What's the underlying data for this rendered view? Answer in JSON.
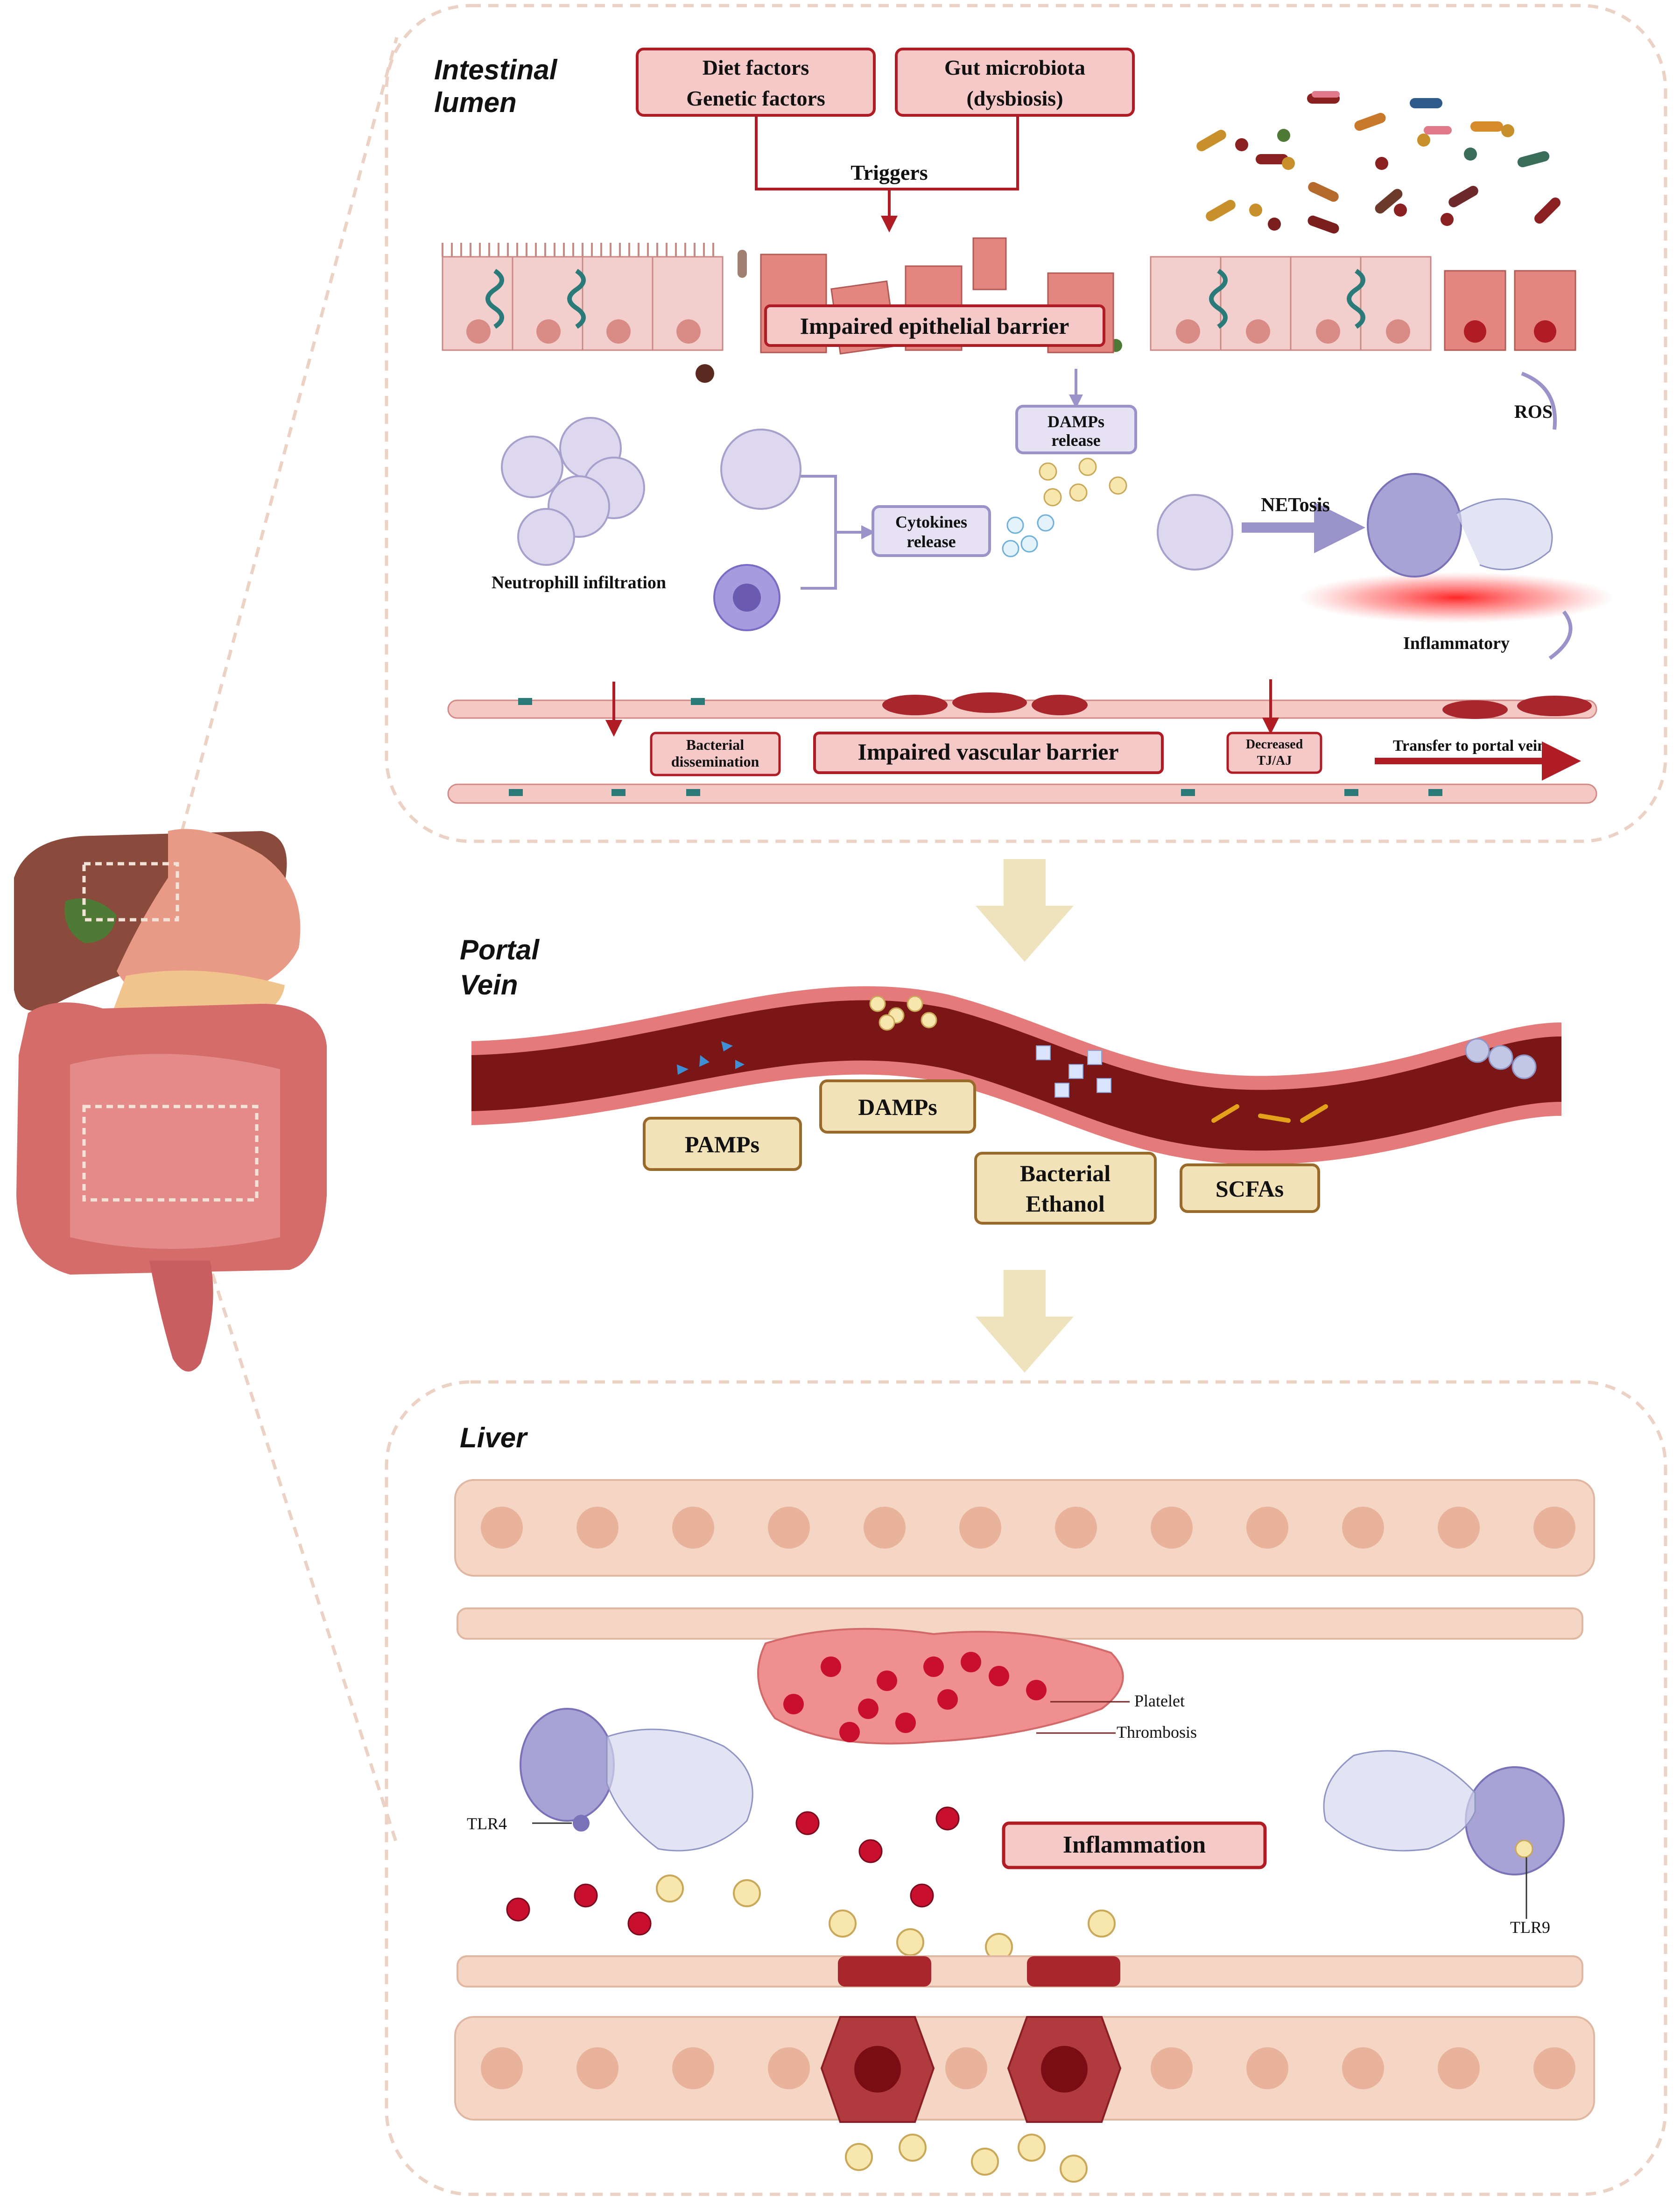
{
  "sections": {
    "intestinal": "Intestinal",
    "intestinal2": "lumen",
    "portal": "Portal",
    "portal2": "Vein",
    "liver": "Liver"
  },
  "gut": {
    "diet": "Diet factors",
    "genetic": "Genetic factors",
    "microbiota": "Gut microbiota",
    "dysbiosis": "(dysbiosis)",
    "triggers": "Triggers",
    "epithelial": "Impaired epithelial barrier",
    "damps1": "DAMPs",
    "damps2": "release",
    "ros": "ROS",
    "neutro": "Neutrophill infiltration",
    "cyto1": "Cytokines",
    "cyto2": "release",
    "netosis": "NETosis",
    "inflammatory": "Inflammatory",
    "bact1": "Bacterial",
    "bact2": "dissemination",
    "vascular": "Impaired vascular barrier",
    "dec1": "Decreased",
    "dec2": "TJ/AJ",
    "transfer": "Transfer to portal vein"
  },
  "portal": {
    "pamps": "PAMPs",
    "damps": "DAMPs",
    "ethanol1": "Bacterial",
    "ethanol2": "Ethanol",
    "scfas": "SCFAs"
  },
  "liver": {
    "platelet": "Platelet",
    "thrombosis": "Thrombosis",
    "tlr4": "TLR4",
    "tlr9": "TLR9",
    "inflammation": "Inflammation"
  },
  "colors": {
    "dark_red": "#b01c24",
    "box_fill": "#f6c9c9",
    "purple": "#9a93c9",
    "tan": "#f1e2b7",
    "brown": "#9a6a2a",
    "vessel": "#7a1616"
  }
}
